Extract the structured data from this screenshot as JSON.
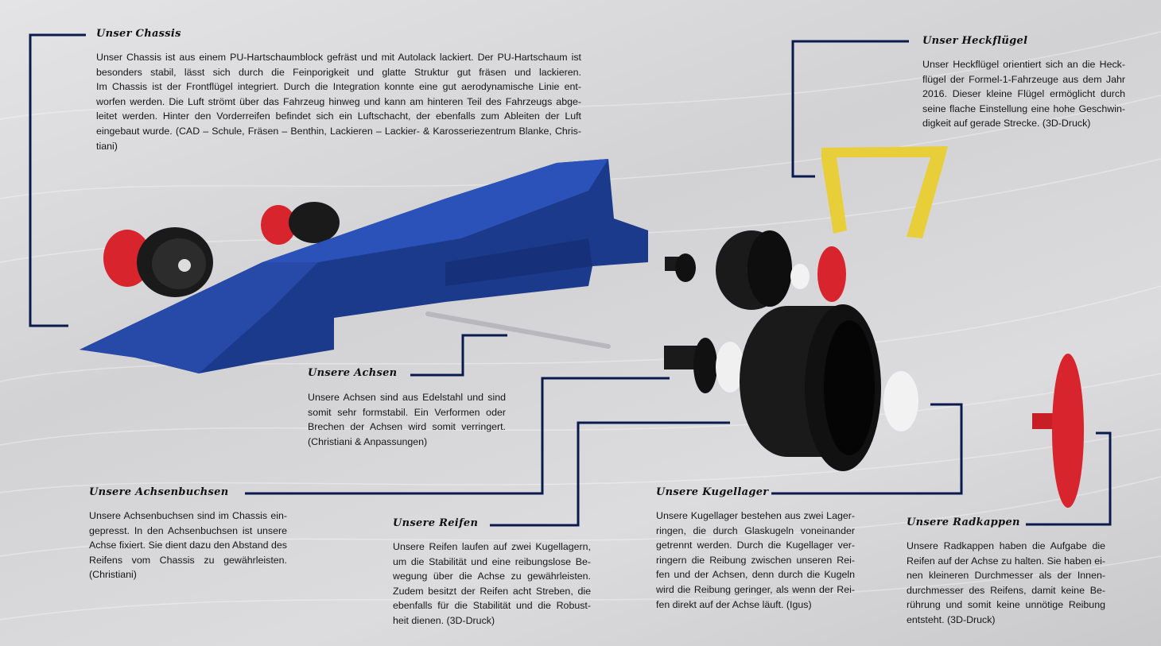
{
  "sections": {
    "chassis": {
      "title": "Unser Chassis",
      "lines": [
        "Unser Chassis ist aus einem PU-Hartschaumblock gefräst und mit Autolack lackiert. Der PU-Hartschaum ist",
        "besonders stabil, lässt sich durch die Feinporigkeit und glatte Struktur gut fräsen und lackieren.",
        "Im Chassis ist der Frontflügel integriert. Durch die Integration konnte eine gut aerodynamische Linie ent-",
        "worfen werden. Die Luft strömt über das Fahrzeug hinweg und kann am hinteren Teil des Fahrzeugs abge-",
        "leitet werden. Hinter den Vorderreifen befindet sich ein Luftschacht, der ebenfalls zum Ableiten der Luft",
        "eingebaut wurde. (CAD – Schule, Fräsen – Benthin, Lackieren – Lackier- & Karosseriezentrum Blanke, Chris-",
        "tiani)"
      ]
    },
    "heckfluegel": {
      "title": "Unser Heckflügel",
      "lines": [
        "Unser Heckflügel orientiert sich an die Heck-",
        "flügel der Formel-1-Fahrzeuge aus dem Jahr",
        "2016. Dieser kleine Flügel ermöglicht durch",
        "seine flache Einstellung eine hohe Geschwin-",
        "digkeit auf gerade Strecke. (3D-Druck)"
      ]
    },
    "achsen": {
      "title": "Unsere Achsen",
      "lines": [
        "Unsere Achsen sind aus Edelstahl und sind",
        "somit sehr formstabil. Ein Verformen oder",
        "Brechen der Achsen wird somit verringert.",
        "(Christiani & Anpassungen)"
      ]
    },
    "achsenbuchsen": {
      "title": "Unsere Achsenbuchsen",
      "lines": [
        "Unsere Achsenbuchsen sind im Chassis ein-",
        "gepresst. In den Achsenbuchsen ist unsere",
        "Achse fixiert. Sie dient dazu den Abstand des",
        "Reifens vom Chassis zu gewährleisten.",
        "(Christiani)"
      ]
    },
    "reifen": {
      "title": "Unsere Reifen",
      "lines": [
        "Unsere Reifen laufen auf zwei Kugellagern,",
        "um die Stabilität und eine reibungslose Be-",
        "wegung über die Achse zu gewährleisten.",
        "Zudem besitzt der Reifen acht Streben, die",
        "ebenfalls für die Stabilität und die Robust-",
        "heit dienen. (3D-Druck)"
      ]
    },
    "kugellager": {
      "title": "Unsere Kugellager",
      "lines": [
        "Unsere Kugellager bestehen aus zwei Lager-",
        "ringen, die durch Glaskugeln voneinander",
        "getrennt werden. Durch die Kugellager ver-",
        "ringern die Reibung zwischen unseren Rei-",
        "fen und der Achsen, denn durch die Kugeln",
        "wird die Reibung geringer, als wenn der Rei-",
        "fen direkt auf der Achse läuft. (Igus)"
      ]
    },
    "radkappen": {
      "title": "Unsere Radkappen",
      "lines": [
        "Unsere Radkappen haben die Aufgabe die",
        "Reifen auf der Achse zu halten. Sie haben ei-",
        "nen kleineren Durchmesser als der Innen-",
        "durchmesser des Reifens, damit keine Be-",
        "rührung und somit keine unnötige Reibung",
        "entsteht. (3D-Druck)"
      ]
    }
  },
  "colors": {
    "connector": "#0b1a4d",
    "chassis": "#1c3a8c",
    "wing": "#e8cf3a",
    "tire": "#151515",
    "hubcap": "#d8242c"
  }
}
